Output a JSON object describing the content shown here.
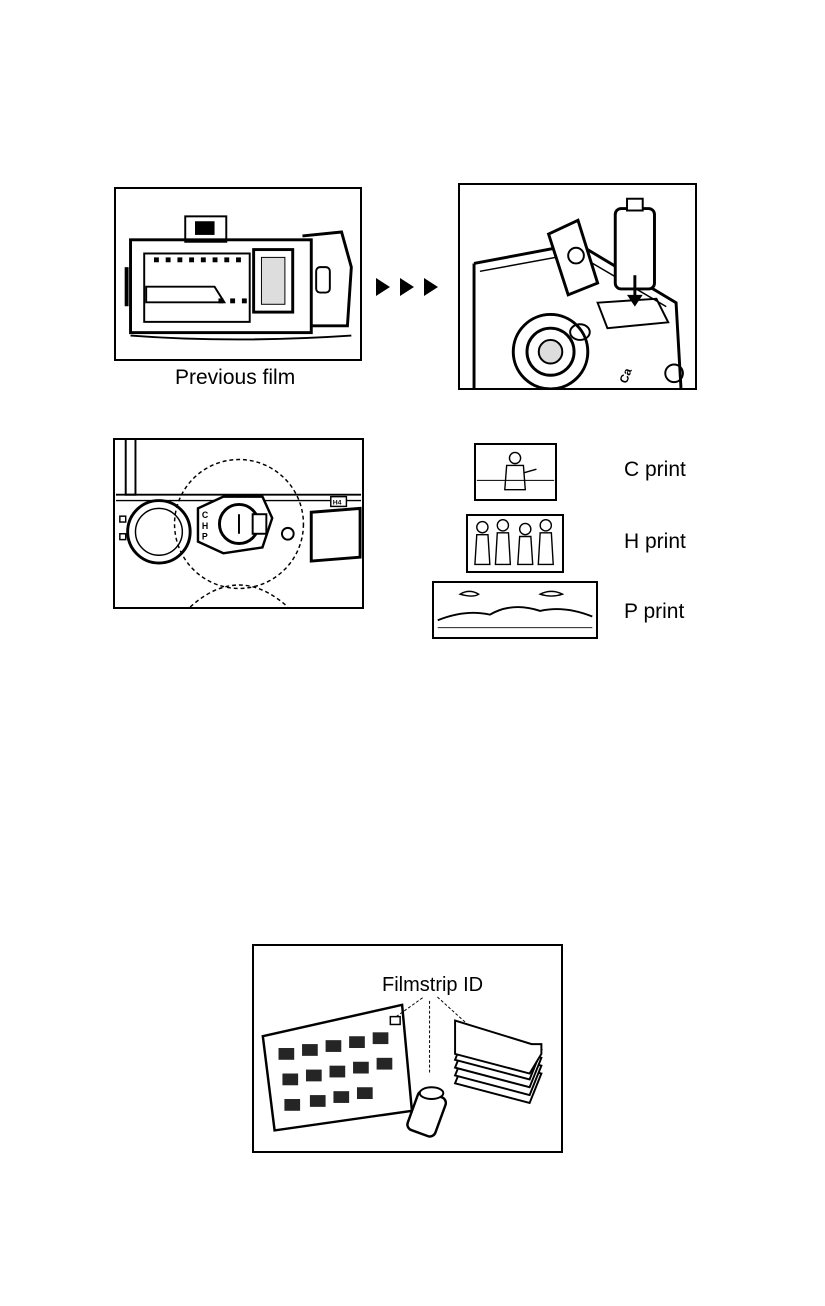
{
  "captions": {
    "previous_film": "Previous film",
    "filmstrip_id": "Filmstrip ID"
  },
  "print_formats": [
    {
      "label": "C print"
    },
    {
      "label": "H print"
    },
    {
      "label": "P print"
    }
  ],
  "selector_letters": [
    "C",
    "H",
    "P"
  ],
  "counter_badge": "H4"
}
